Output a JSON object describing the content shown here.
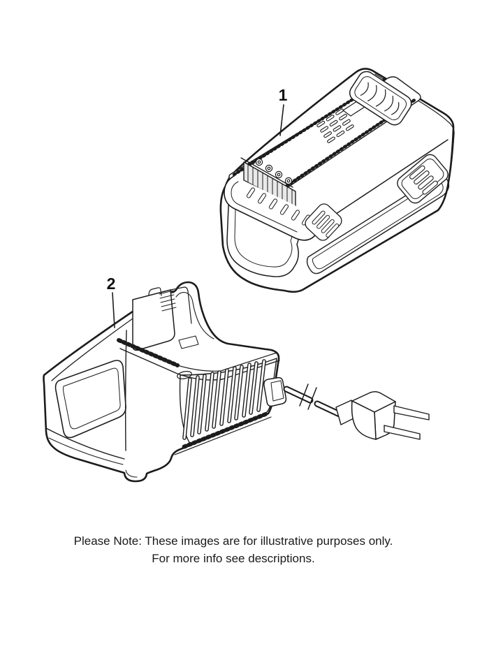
{
  "figures": [
    {
      "callout": "1",
      "name": "battery-pack"
    },
    {
      "callout": "2",
      "name": "battery-charger-with-cord"
    }
  ],
  "note": {
    "line1": "Please Note: These images are for illustrative purposes only.",
    "line2": "For more info see descriptions."
  },
  "colors": {
    "background": "#ffffff",
    "line": "#1c1c1c",
    "shade": "#e9e9e9"
  }
}
